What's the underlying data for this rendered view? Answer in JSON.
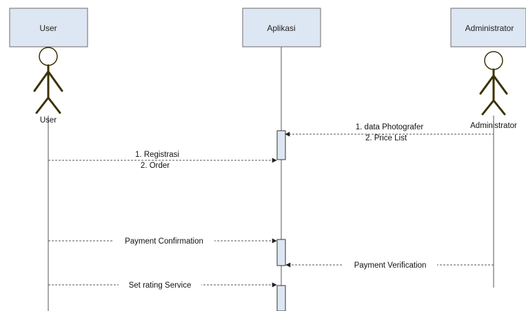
{
  "diagram": {
    "participants": [
      {
        "id": "user",
        "header": "User",
        "actor_label": "User"
      },
      {
        "id": "app",
        "header": "Aplikasi"
      },
      {
        "id": "admin",
        "header": "Administrator",
        "actor_label": "Administrator"
      }
    ],
    "messages": [
      {
        "from": "admin",
        "to": "app",
        "lines": [
          "1. data Photografer",
          "2. Price List"
        ]
      },
      {
        "from": "user",
        "to": "app",
        "lines": [
          "1. Registrasi",
          "2. Order"
        ]
      },
      {
        "from": "user",
        "to": "app",
        "lines": [
          "Payment Confirmation"
        ]
      },
      {
        "from": "admin",
        "to": "app",
        "lines": [
          "Payment Verification"
        ]
      },
      {
        "from": "user",
        "to": "app",
        "lines": [
          "Set rating Service"
        ]
      }
    ],
    "colors": {
      "header_fill": "#dde7f3",
      "header_stroke": "#6b6b6b",
      "activation_fill": "#dde7f3",
      "actor_stroke": "#3a3200",
      "line": "#555555"
    }
  }
}
